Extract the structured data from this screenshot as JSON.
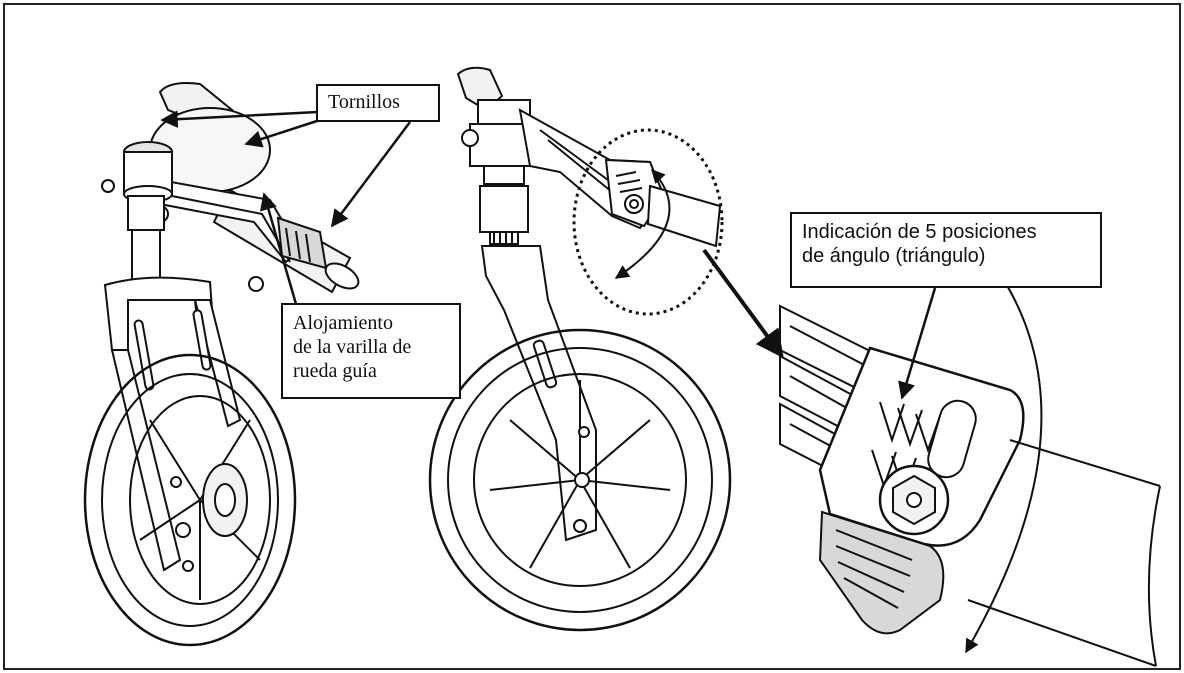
{
  "callouts": {
    "screws": "Tornillos",
    "housing": "Alojamiento\nde la varilla de\nrueda guía",
    "angle": "Indicación de 5 posiciones\nde ángulo (triángulo)"
  },
  "colors": {
    "line": "#111111",
    "background": "#ffffff",
    "fill_light": "#f2f2f2",
    "fill_mid": "#d8d8d8"
  },
  "icons": {
    "rotation_arrows": "double-headed-curved-arrow-icon",
    "pointer_arrows": "arrow-icon"
  }
}
